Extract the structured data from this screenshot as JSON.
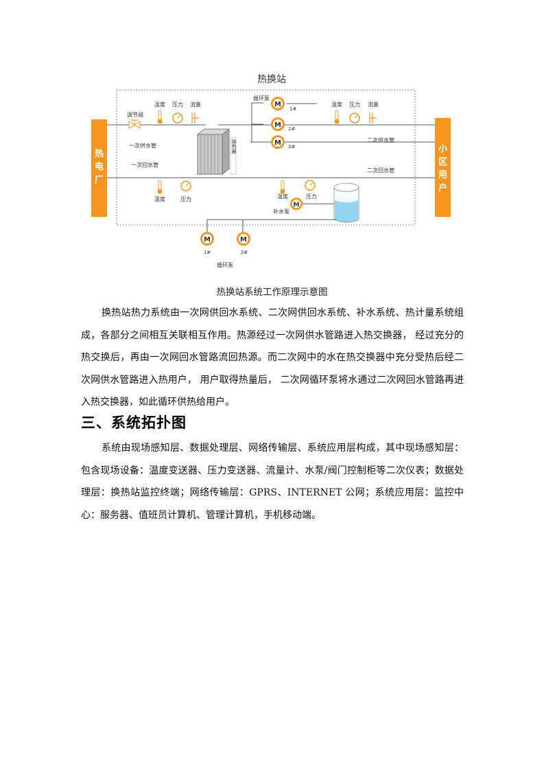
{
  "diagram": {
    "title": "热换站",
    "left_box": [
      "热",
      "电",
      "厂"
    ],
    "right_box": [
      "小",
      "区",
      "用",
      "户"
    ],
    "valve_label": "调节阀",
    "top_left_sensors": [
      "温度",
      "压力",
      "流量"
    ],
    "top_right_sensors": [
      "温度",
      "压力",
      "流量"
    ],
    "bottom_left_sensors": [
      "温度",
      "压力"
    ],
    "bottom_mid_sensors": [
      "温度",
      "压力"
    ],
    "circ_pump_label": "循环泵",
    "pump_nums": [
      "1#",
      "2#",
      "3#"
    ],
    "pump_symbol": "M",
    "primary_supply": "一次供水管",
    "primary_return": "一次回水管",
    "exchanger_label": "换热器",
    "secondary_supply": "二次供水管",
    "secondary_return": "二次回水管",
    "makeup_pump_label": "补水泵",
    "bottom_pumps": [
      "1#",
      "2#"
    ],
    "bottom_pump_group": "循环泵"
  },
  "caption": "热换站系统工作原理示意图",
  "paragraph1": "换热站热力系统由一次网供回水系统、二次网供回水系统、补水系统、热计量系统组成，各部分之间相互关联相互作用。热源经过一次网供水管路进入热交换器， 经过充分的热交换后，再由一次网回水管路流回热源。而二次网中的水在热交换器中充分受热后经二次网供水管路进入热用户， 用户取得热量后， 二次网循环泵将水通过二次网回水管路再进入热交换器，如此循环供热给用户。",
  "section_heading": "三、系统拓扑图",
  "paragraph2": "系统由现场感知层、数据处理层、网络传输层、系统应用层构成，其中现场感知层：包含现场设备：温度变送器、压力变送器、流量计、水泵/阀门控制柜等二次仪表；数据处理层：换热站监控终端；网络传输层：GPRS、INTERNET 公网；系统应用层：监控中心：服务器、值班员计算机、管理计算机，手机移动端。",
  "colors": {
    "orange": "#F7941D",
    "pipe": "#555555",
    "water": "#8fd3ee"
  }
}
